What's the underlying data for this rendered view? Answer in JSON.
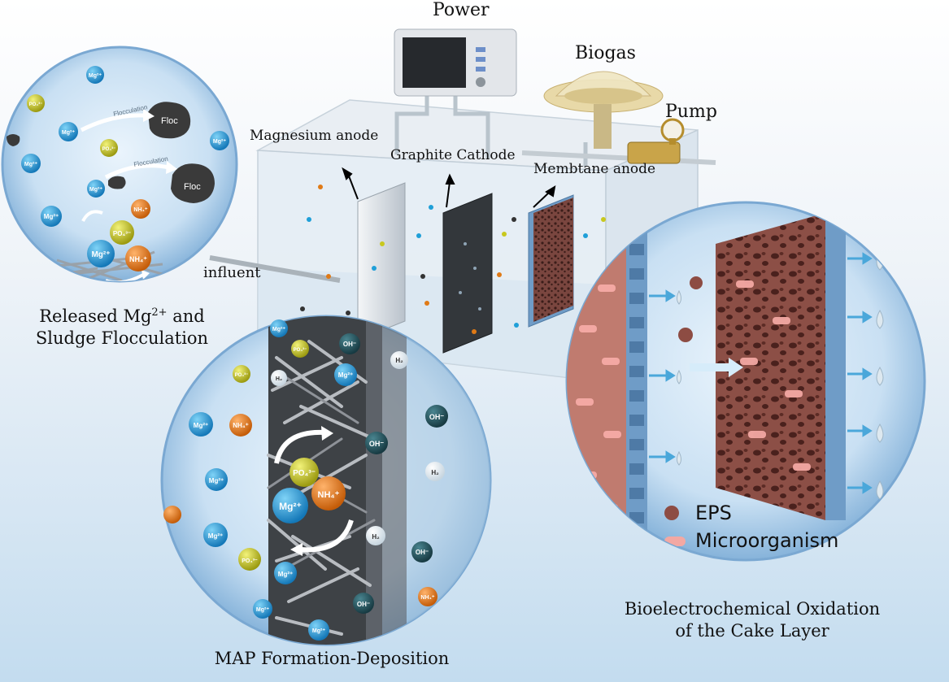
{
  "labels": {
    "power": "Power",
    "biogas": "Biogas",
    "pump": "Pump",
    "magnesium_anode": "Magnesium anode",
    "graphite_cathode": "Graphite Cathode",
    "membrane_anode": "Membtane anode",
    "influent": "influent"
  },
  "left_panel": {
    "caption_line1": "Released Mg",
    "caption_sup": "2+",
    "caption_line1_end": " and",
    "caption_line2": "Sludge Flocculation",
    "flocculation": "Flocculation",
    "floc": "Floc"
  },
  "bottom_panel": {
    "caption": "MAP Formation-Deposition"
  },
  "right_panel": {
    "caption_line1": "Bioelectrochemical Oxidation",
    "caption_line2": "of the Cake Layer",
    "legend_eps": "EPS",
    "legend_micro": "Microorganism"
  },
  "ions": {
    "mg": "Mg²⁺",
    "po4": "PO₄³⁻",
    "nh4": "NH₄⁺",
    "oh": "OH⁻",
    "h2": "H₂"
  },
  "colors": {
    "mg": "#1f9fd8",
    "po4": "#c8c81e",
    "nh4": "#e07a16",
    "oh": "#1e4e58",
    "floc": "#3a3a3a",
    "biofilm": "#b0685c",
    "membrane": "#6f9cc7"
  }
}
